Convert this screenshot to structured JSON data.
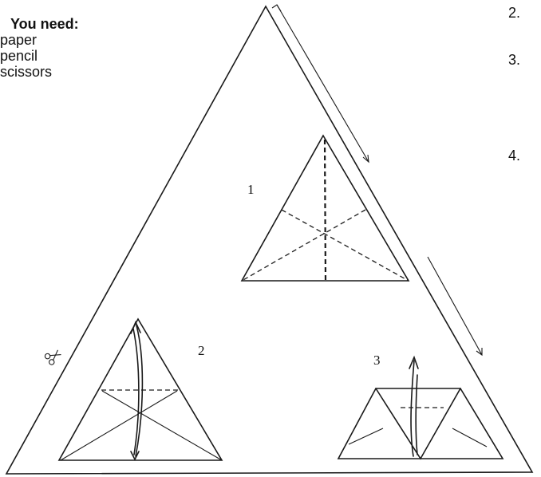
{
  "supplies": {
    "heading": "You need:",
    "items": [
      "paper",
      "pencil",
      "scissors"
    ]
  },
  "step_numbers": [
    "2.",
    "3.",
    "4."
  ],
  "figure_labels": [
    "1",
    "2",
    "3"
  ],
  "icons": [
    "scissors-icon",
    "fold-arrow-icon"
  ],
  "colors": {
    "ink": "#1a1a1a",
    "background": "#ffffff"
  }
}
